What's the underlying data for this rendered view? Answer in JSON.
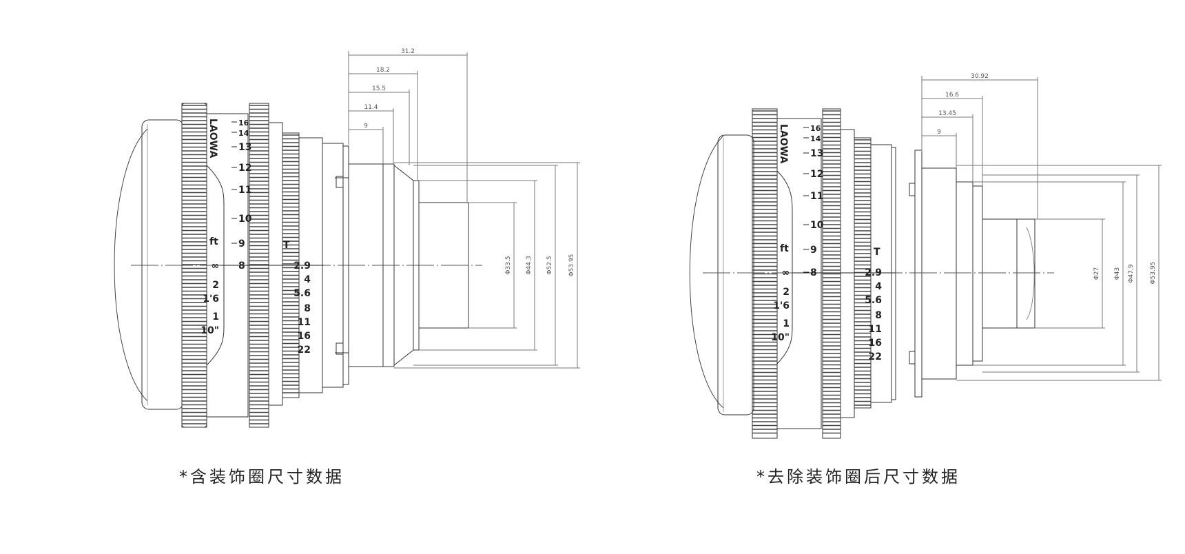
{
  "captions": {
    "left": "*含装饰圈尺寸数据",
    "right": "*去除装饰圈后尺寸数据"
  },
  "left_drawing": {
    "brand": "LAOWA",
    "unit_ft": "ft",
    "unit_t": "T",
    "focus_m": [
      "16",
      "14",
      "13",
      "12",
      "11",
      "10",
      "9",
      "8"
    ],
    "focus_ft": [
      "∞",
      "2",
      "1'6",
      "1",
      "10\""
    ],
    "aperture": [
      "2.9",
      "4",
      "5.6",
      "8",
      "11",
      "16",
      "22"
    ],
    "dims_h": [
      "31.2",
      "18.2",
      "15.5",
      "11.4",
      "9"
    ],
    "dims_v": [
      "Φ33.5",
      "Φ44.3",
      "Φ52.5",
      "Φ53.95"
    ]
  },
  "right_drawing": {
    "brand": "LAOWA",
    "unit_ft": "ft",
    "unit_t": "T",
    "focus_m": [
      "16",
      "14",
      "13",
      "12",
      "11",
      "10",
      "9",
      "8"
    ],
    "focus_ft": [
      "∞",
      "2",
      "1'6",
      "1",
      "10\""
    ],
    "aperture": [
      "2.9",
      "4",
      "5.6",
      "8",
      "11",
      "16",
      "22"
    ],
    "dims_h": [
      "30.92",
      "16.6",
      "13.45",
      "9"
    ],
    "dims_v": [
      "Φ27",
      "Φ43",
      "Φ47.9",
      "Φ53.95"
    ]
  },
  "colors": {
    "line": "#333333",
    "dim": "#777777",
    "text": "#222222"
  }
}
